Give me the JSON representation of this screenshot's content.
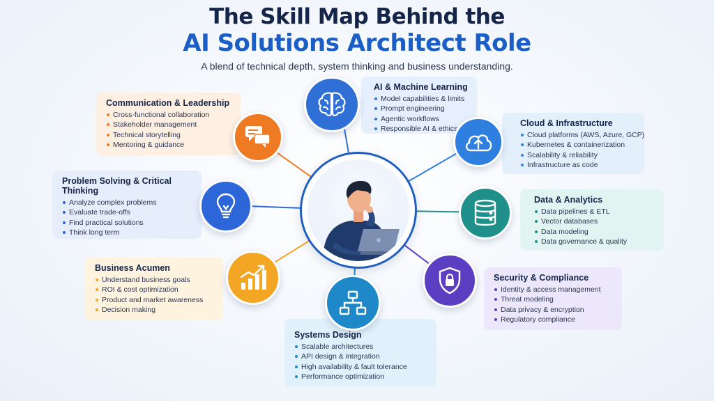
{
  "header": {
    "title_line1": "The Skill Map Behind the",
    "title_line2": "AI Solutions Architect Role",
    "subtitle": "A blend of technical depth, system thinking and business understanding."
  },
  "colors": {
    "title_dark": "#152549",
    "title_blue": "#1b5fc6",
    "ai": "#2f6fd6",
    "cloud": "#2f7fe0",
    "data": "#1f8f8a",
    "security": "#5b3fc2",
    "systems": "#1e88c8",
    "business": "#f2a623",
    "problem": "#2c66d9",
    "communication": "#ee7a24"
  },
  "skills": {
    "communication": {
      "title": "Communication & Leadership",
      "icon": "chat-bubbles-icon",
      "items": [
        "Cross-functional collaboration",
        "Stakeholder management",
        "Technical storytelling",
        "Mentoring & guidance"
      ]
    },
    "ai": {
      "title": "AI & Machine Learning",
      "icon": "brain-icon",
      "items": [
        "Model capabilities & limits",
        "Prompt engineering",
        "Agentic workflows",
        "Responsible AI & ethics"
      ]
    },
    "cloud": {
      "title": "Cloud & Infrastructure",
      "icon": "cloud-upload-icon",
      "items": [
        "Cloud platforms (AWS, Azure, GCP)",
        "Kubernetes & containerization",
        "Scalability & reliability",
        "Infrastructure as code"
      ]
    },
    "problem": {
      "title": "Problem Solving & Critical Thinking",
      "icon": "lightbulb-icon",
      "items": [
        "Analyze complex problems",
        "Evaluate trade-offs",
        "Find practical solutions",
        "Think long term"
      ]
    },
    "data": {
      "title": "Data & Analytics",
      "icon": "database-icon",
      "items": [
        "Data pipelines & ETL",
        "Vector databases",
        "Data modeling",
        "Data governance & quality"
      ]
    },
    "business": {
      "title": "Business Acumen",
      "icon": "bar-chart-growth-icon",
      "items": [
        "Understand business goals",
        "ROI & cost optimization",
        "Product and market awareness",
        "Decision making"
      ]
    },
    "security": {
      "title": "Security & Compliance",
      "icon": "shield-lock-icon",
      "items": [
        "Identity & access management",
        "Threat modeling",
        "Data privacy & encryption",
        "Regulatory compliance"
      ]
    },
    "systems": {
      "title": "Systems Design",
      "icon": "hierarchy-diagram-icon",
      "items": [
        "Scalable architectures",
        "API design & integration",
        "High availability & fault tolerance",
        "Performance optimization"
      ]
    }
  }
}
